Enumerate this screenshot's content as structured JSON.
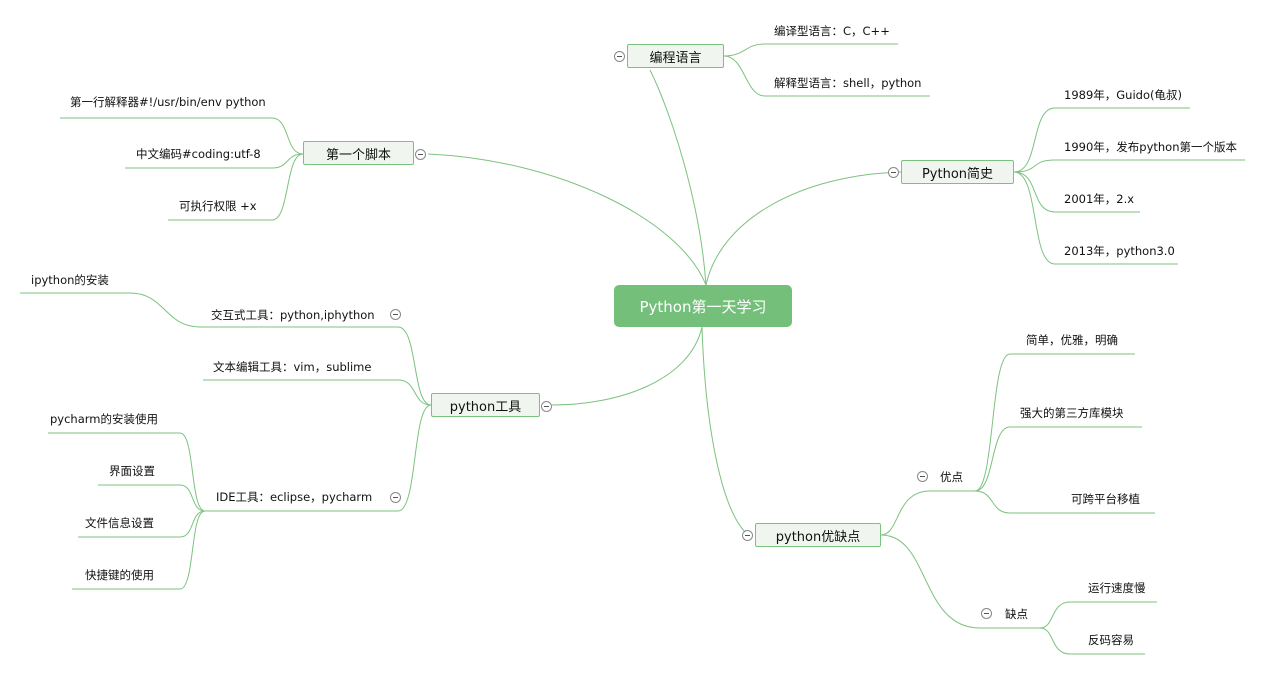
{
  "root": {
    "label": "Python第一天学习"
  },
  "branches": {
    "bianchen": {
      "label": "编程语言",
      "items": [
        "编译型语言：C，C++",
        "解释型语言：shell，python"
      ]
    },
    "jianshi": {
      "label": "Python简史",
      "items": [
        "1989年，Guido(龟叔)",
        "1990年，发布python第一个版本",
        "2001年，2.x",
        "2013年，python3.0"
      ]
    },
    "jiaoben": {
      "label": "第一个脚本",
      "items": [
        "第一行解释器#!/usr/bin/env python",
        "中文编码#coding:utf-8",
        "可执行权限 +x"
      ]
    },
    "gongju": {
      "label": "python工具",
      "subs": {
        "interactive": {
          "label": "交互式工具：python,iphython",
          "items": [
            "ipython的安装"
          ]
        },
        "editor": {
          "label": "文本编辑工具：vim，sublime"
        },
        "ide": {
          "label": "IDE工具：eclipse，pycharm",
          "items": [
            "pycharm的安装使用",
            "界面设置",
            "文件信息设置",
            "快捷键的使用"
          ]
        }
      }
    },
    "youquedian": {
      "label": "python优缺点",
      "subs": {
        "pros": {
          "label": "优点",
          "items": [
            "简单，优雅，明确",
            "强大的第三方库模块",
            "可跨平台移植"
          ]
        },
        "cons": {
          "label": "缺点",
          "items": [
            "运行速度慢",
            "反码容易"
          ]
        }
      }
    }
  },
  "colors": {
    "line": "#7cc27f",
    "root_fill": "#74c07a",
    "topic_fill": "#f0f6ef",
    "topic_border": "#7cc27f"
  }
}
